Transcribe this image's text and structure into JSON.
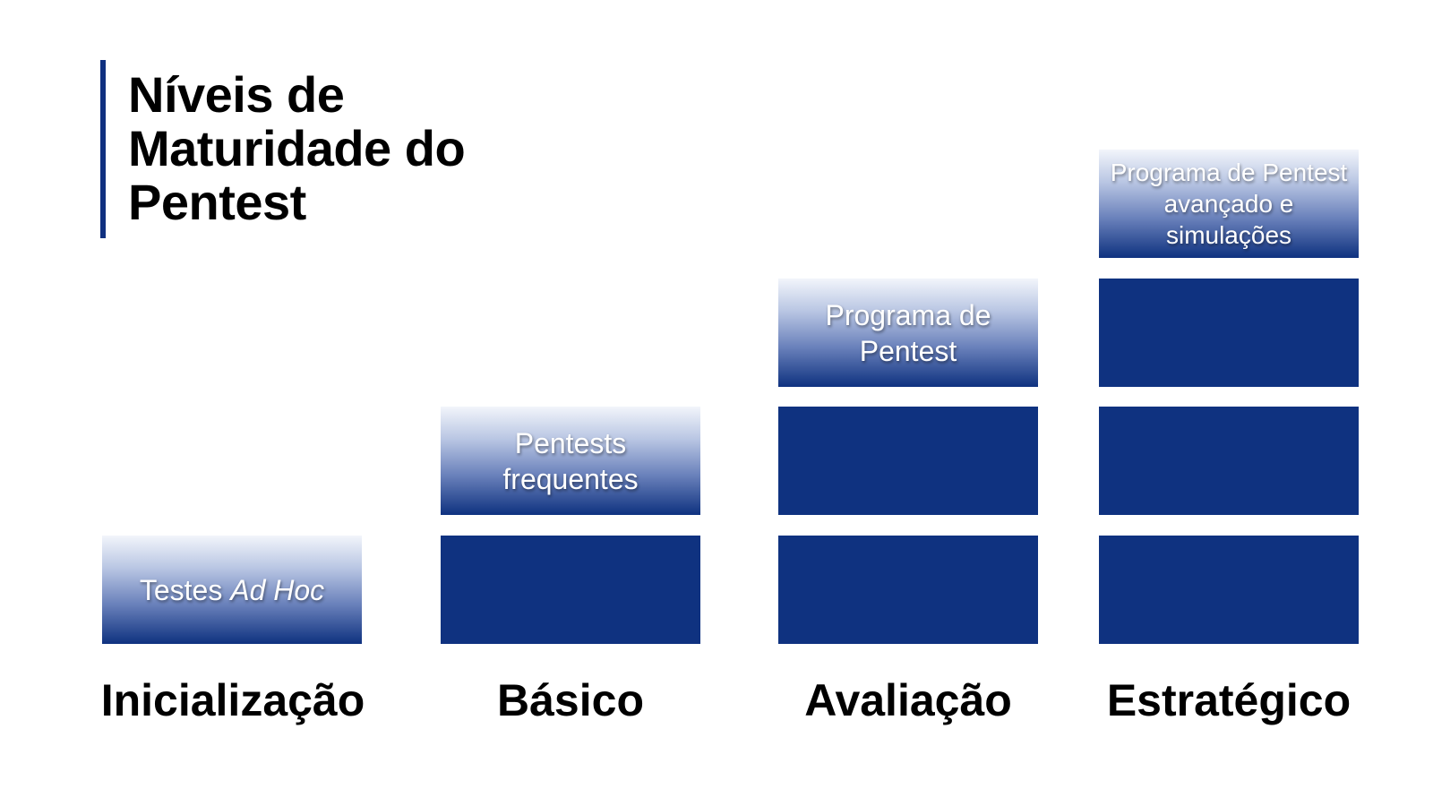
{
  "title": "Níveis de Maturidade do Pentest",
  "levels": [
    {
      "label": "Inicialização",
      "top_text_plain": "Testes ",
      "top_text_italic": "Ad Hoc"
    },
    {
      "label": "Básico",
      "top_text": "Pentests frequentes"
    },
    {
      "label": "Avaliação",
      "top_text": "Programa de Pentest"
    },
    {
      "label": "Estratégico",
      "top_text": "Programa de Pentest avançado e simulações"
    }
  ],
  "colors": {
    "block_fill": "#0f3280",
    "title_accent": "#0f3080"
  }
}
